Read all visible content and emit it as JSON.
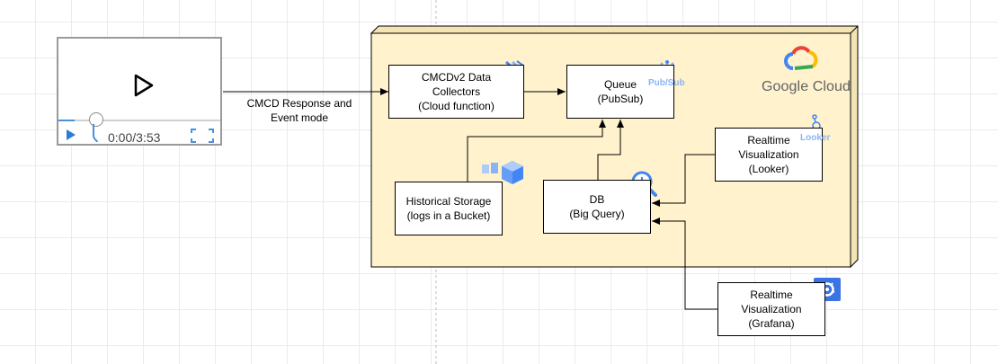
{
  "player": {
    "time": "0:00/3:53",
    "progress": 0.1
  },
  "nodes": {
    "collectors": "CMCDv2 Data\nCollectors\n(Cloud function)",
    "queue": "Queue\n(PubSub)",
    "storage": "Historical Storage\n(logs in a Bucket)",
    "db": "DB\n(Big Query)",
    "looker_viz": "Realtime\nVisualization\n(Looker)",
    "grafana_viz": "Realtime\nVisualization\n(Grafana)"
  },
  "edge_labels": {
    "player_to_collectors": "CMCD Response and\nEvent mode"
  },
  "icons": {
    "pubsub_caption": "Pub/Sub",
    "looker_caption": "Looker",
    "google_cloud_text": "Google Cloud"
  },
  "colors": {
    "gcp_container_fill": "#fff2cc",
    "gcp_container_edge": "#000000",
    "progress_fill": "#4a90d9",
    "gcp_blue": "#4285f4"
  }
}
